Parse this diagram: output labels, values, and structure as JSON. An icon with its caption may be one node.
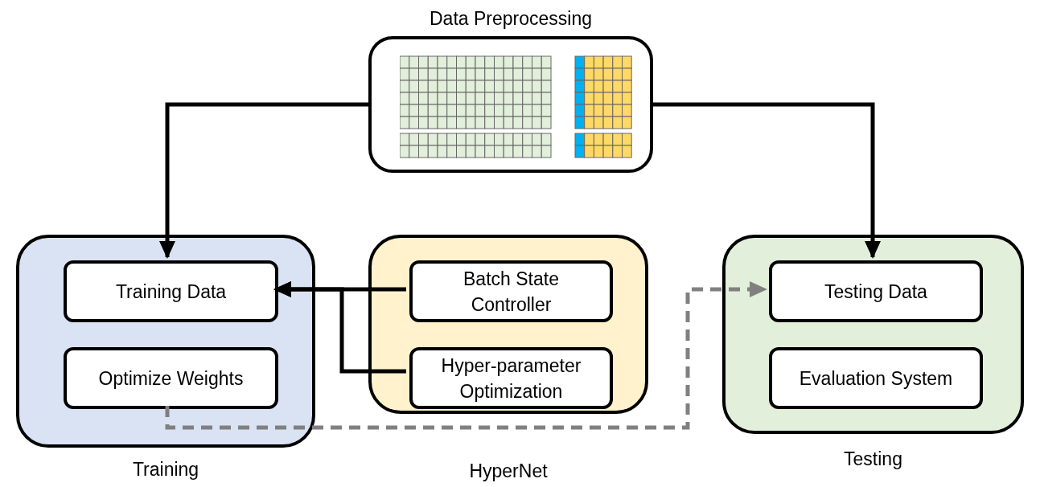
{
  "diagram": {
    "nodes": [
      {
        "text": [
          "Data Preprocessing"
        ]
      },
      {
        "text": [
          "Training"
        ]
      },
      {
        "text": [
          "Training Data"
        ],
        "in": 1
      },
      {
        "text": [
          "Optimize Weights"
        ],
        "in": 1
      },
      {
        "text": [
          "HyperNet"
        ]
      },
      {
        "text": [
          "Batch State Controller"
        ],
        "in": 4
      },
      {
        "text": [
          "Hyper-parameter Optimization"
        ],
        "in": 4
      },
      {
        "text": [
          "Testing"
        ]
      },
      {
        "text": [
          "Testing Data"
        ],
        "in": 7
      },
      {
        "text": [
          "Evaluation System"
        ],
        "in": 7
      }
    ],
    "edges": [
      {
        "from": 0,
        "to": 2,
        "arrow": "to"
      },
      {
        "from": 0,
        "to": 8,
        "arrow": "to"
      },
      {
        "from": 5,
        "to": 2,
        "arrow": "to"
      },
      {
        "from": 6,
        "to": 2,
        "arrow": "to"
      },
      {
        "from": 3,
        "to": 8,
        "arrow": "to",
        "style": "dashed",
        "color": "#808080"
      }
    ]
  }
}
